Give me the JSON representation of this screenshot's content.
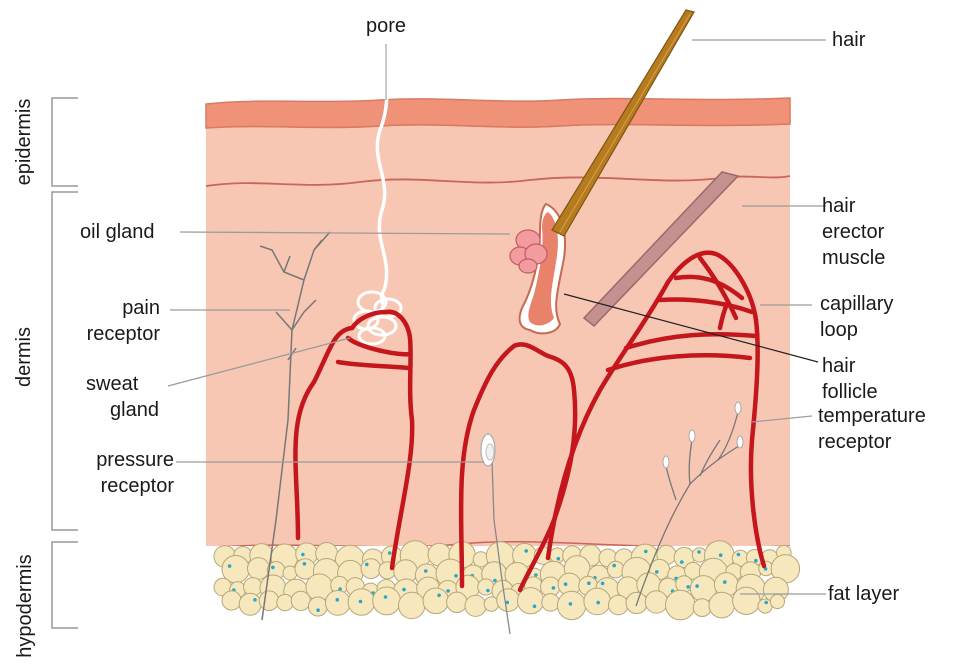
{
  "labels": {
    "pore": "pore",
    "hair": "hair",
    "epidermis": "epidermis",
    "dermis": "dermis",
    "hypodermis": "hypodermis",
    "oil_gland": "oil gland",
    "pain_receptor_1": "pain",
    "pain_receptor_2": "receptor",
    "sweat_gland_1": "sweat",
    "sweat_gland_2": "gland",
    "pressure_receptor_1": "pressure",
    "pressure_receptor_2": "receptor",
    "hair_erector_1": "hair",
    "hair_erector_2": "erector",
    "hair_erector_3": "muscle",
    "capillary_1": "capillary",
    "capillary_2": "loop",
    "follicle_1": "hair",
    "follicle_2": "follicle",
    "temperature_1": "temperature",
    "temperature_2": "receptor",
    "fat_layer": "fat layer"
  },
  "colors": {
    "epidermis_top": "#ef9277",
    "dermis_fill": "#f7c7b3",
    "blood_vessel": "#c4161c",
    "fat_cell": "#f6e8bc",
    "fat_outline": "#b6a77b",
    "fat_nucleus": "#2aa6c7",
    "hair_shaft": "#b67b1f",
    "follicle": "#e8826a",
    "erector_muscle": "#c49090",
    "leader_line": "#999999"
  }
}
